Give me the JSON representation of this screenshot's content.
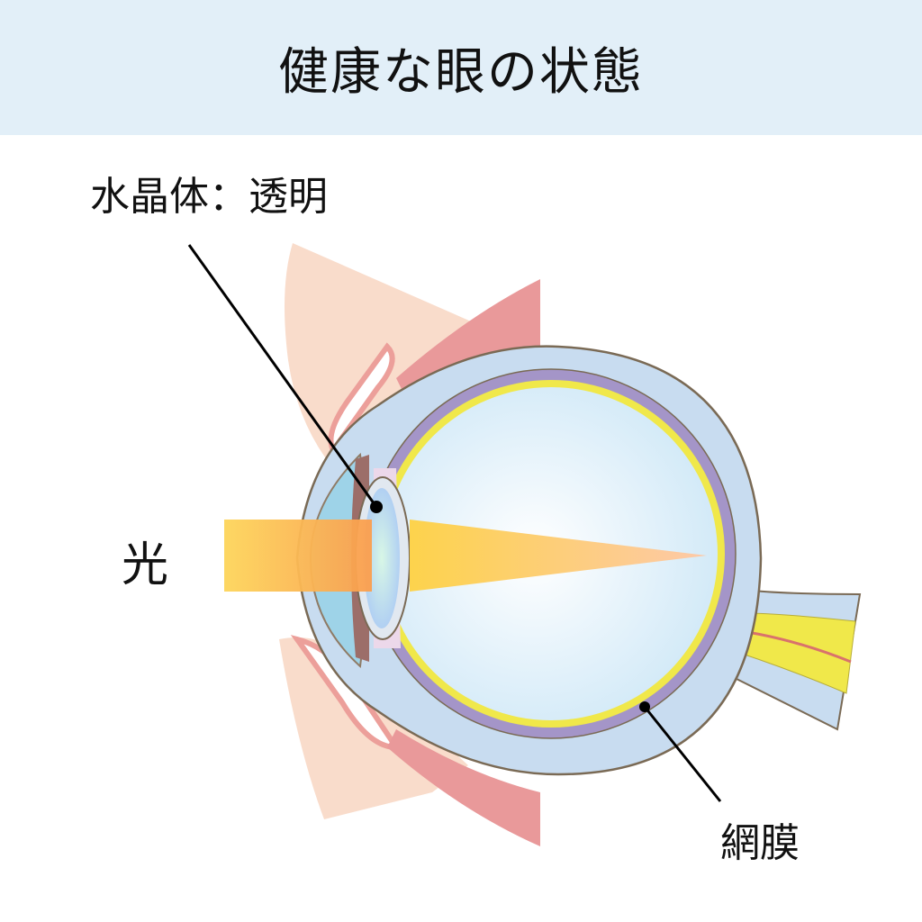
{
  "title": "健康な眼の状態",
  "labels": {
    "lens": "水晶体：透明",
    "light": "光",
    "retina": "網膜"
  },
  "colors": {
    "header_bg": "#e2eff8",
    "sclera": "#c8dcf0",
    "choroid": "#a495c8",
    "retina": "#f0e84a",
    "vitreous": "#dcefff",
    "eyelid": "#f9dccb",
    "muscle": "#e9999a",
    "light_start": "#fdd55a",
    "light_end": "#fb9e4e"
  }
}
